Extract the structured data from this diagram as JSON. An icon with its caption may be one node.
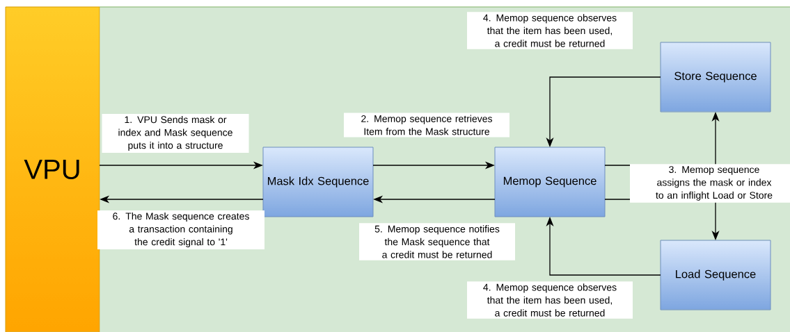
{
  "diagram": {
    "nodes": [
      {
        "text": [
          "VPU"
        ]
      },
      {
        "text": [
          "Mask Idx Sequence"
        ]
      },
      {
        "text": [
          "Memop Sequence"
        ]
      },
      {
        "text": [
          "Store Sequence"
        ]
      },
      {
        "text": [
          "Load Sequence"
        ]
      }
    ],
    "edges": [
      {
        "from": 0,
        "to": 1,
        "arrow": "to",
        "label": "1. VPU Sends mask or index and Mask sequence puts it into a structure"
      },
      {
        "from": 1,
        "to": 2,
        "arrow": "to",
        "label": "2. Memop sequence retrieves Item from the Mask structure"
      },
      {
        "from": 2,
        "to": 3,
        "arrow": "to",
        "label": "3. Memop sequence assigns the mask or index to an inflight Load or Store"
      },
      {
        "from": 2,
        "to": 4,
        "arrow": "to"
      },
      {
        "from": 3,
        "to": 2,
        "arrow": "to",
        "label": "4. Memop sequence observes that the item has been used, a credit must be returned"
      },
      {
        "from": 4,
        "to": 2,
        "arrow": "to",
        "label": "4. Memop sequence observes that the item has been used, a credit must be returned"
      },
      {
        "from": 2,
        "to": 1,
        "arrow": "to",
        "label": "5. Memop sequence notifies the Mask sequence that a credit must be returned"
      },
      {
        "from": 1,
        "to": 0,
        "arrow": "to",
        "label": "6. The Mask sequence creates a transaction containing the credit signal to '1'"
      }
    ]
  }
}
